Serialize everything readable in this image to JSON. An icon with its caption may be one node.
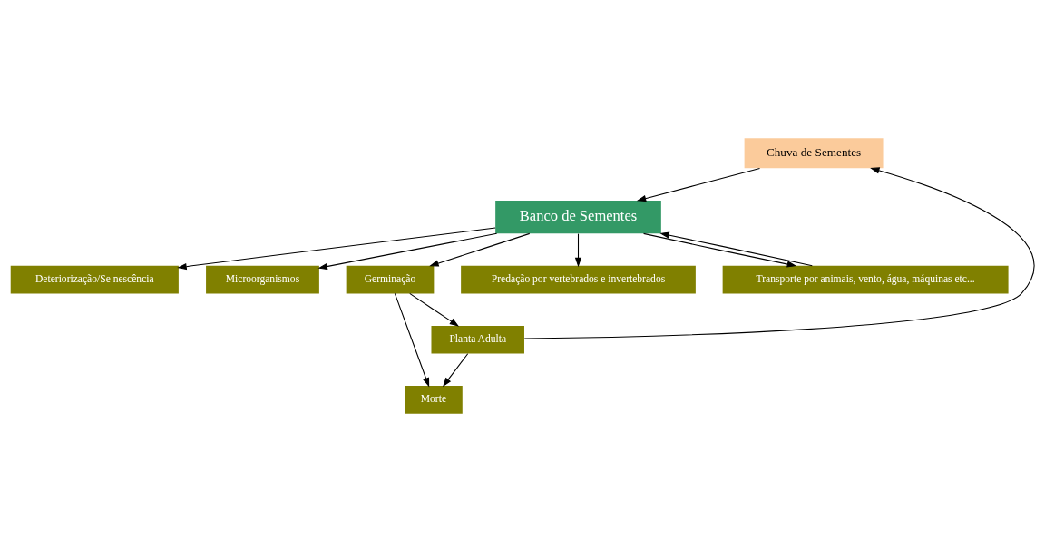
{
  "diagram": {
    "nodes": [
      {
        "text": [
          "Chuva de Sementes"
        ]
      },
      {
        "text": [
          "Planta Adulta"
        ]
      },
      {
        "text": [
          "Deteriorização/Se nescência"
        ]
      },
      {
        "text": [
          "Morte"
        ]
      },
      {
        "text": [
          "Microorganismos"
        ]
      },
      {
        "text": [
          "Banco de Sementes"
        ]
      },
      {
        "text": [
          "Germinação"
        ]
      },
      {
        "text": [
          "Predação por vertebrados e invertebrados"
        ]
      },
      {
        "text": [
          "Transporte por animais, vento, água, máquinas etc..."
        ]
      }
    ],
    "edges": [
      {
        "from": 1,
        "to": 0,
        "arrow": "to"
      },
      {
        "from": 0,
        "to": 5,
        "arrow": "to"
      },
      {
        "from": 5,
        "to": 2,
        "arrow": "to"
      },
      {
        "from": 5,
        "to": 4,
        "arrow": "to"
      },
      {
        "from": 5,
        "to": 6,
        "arrow": "to"
      },
      {
        "from": 5,
        "to": 7,
        "arrow": "to"
      },
      {
        "from": 5,
        "to": 8,
        "arrow": "to"
      },
      {
        "from": 8,
        "to": 5,
        "arrow": "to"
      },
      {
        "from": 6,
        "to": 1,
        "arrow": "to"
      },
      {
        "from": 6,
        "to": 3,
        "arrow": "to"
      },
      {
        "from": 1,
        "to": 3,
        "arrow": "to"
      }
    ]
  }
}
